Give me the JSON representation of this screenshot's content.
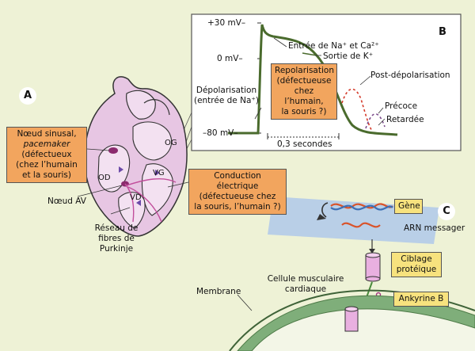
{
  "panels": {
    "a": "A",
    "b": "B",
    "c": "C"
  },
  "panel_a": {
    "sinus_box": [
      "Nœud sinusal,",
      "pacemaker",
      "(défectueux",
      "(chez l’humain",
      "et la souris)"
    ],
    "conduction_box": [
      "Conduction électrique",
      "(défectueuse chez",
      "la souris, l’humain ?)"
    ],
    "og": "OG",
    "od": "OD",
    "vg": "VG",
    "vd": "VD",
    "noeud_av": "Nœud AV",
    "purkinje": [
      "Réseau de",
      "fibres de",
      "Purkinje"
    ]
  },
  "panel_b": {
    "y_top": "+30 mV–",
    "y_zero": "0 mV–",
    "y_bottom": "–80 mV–",
    "depol": [
      "Dépolarisation",
      "(entrée de Na⁺)"
    ],
    "entree": "Entrée de Na⁺ et Ca²⁺",
    "sortie": "Sortie de K⁺",
    "repol_box": [
      "Repolarisation",
      "(défectueuse",
      "chez l’humain,",
      "la souris ?)"
    ],
    "post": "Post-dépolarisation",
    "precoce": "Précoce",
    "retardee": "Retardée",
    "time": "0,3 secondes"
  },
  "panel_c": {
    "gene": "Gène",
    "arn": "ARN messager",
    "ciblage": [
      "Ciblage",
      "protéique"
    ],
    "ankyrine": "Ankyrine B",
    "cellule": [
      "Cellule musculaire",
      "cardiaque"
    ],
    "membrane": "Membrane"
  },
  "colors": {
    "background": "#eef2d6",
    "orange_box": "#f2a55e",
    "yellow_box": "#f7e27e",
    "heart": "#e7c6e3",
    "trace_green": "#4a6b2d",
    "dash_red": "#d43a2a",
    "membrane": "#7fae7a",
    "cell": "#b9cfe7"
  }
}
